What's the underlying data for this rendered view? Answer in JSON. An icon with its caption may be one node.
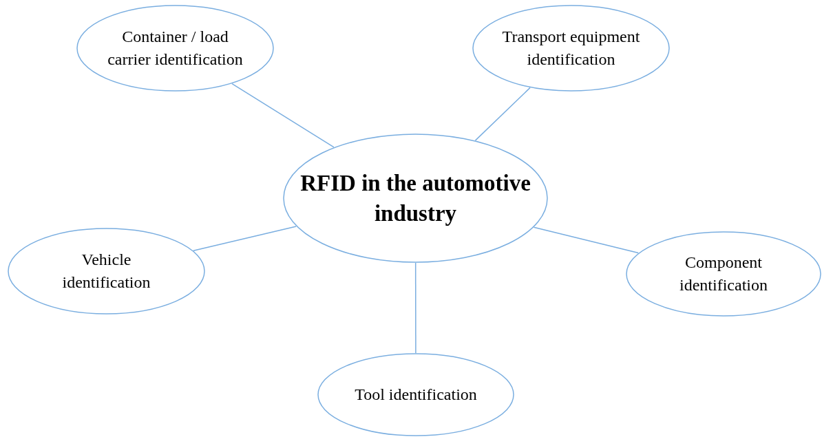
{
  "diagram": {
    "nodes": [
      {
        "text": [
          "Container / load carrier identification"
        ]
      },
      {
        "text": [
          "Transport equipment identification"
        ]
      },
      {
        "text": [
          "RFID in the automotive industry"
        ]
      },
      {
        "text": [
          "Vehicle identification"
        ]
      },
      {
        "text": [
          "Component identification"
        ]
      },
      {
        "text": [
          "Tool identification"
        ]
      }
    ],
    "edges": [
      {
        "from": 2,
        "to": 0,
        "arrow": "none"
      },
      {
        "from": 2,
        "to": 1,
        "arrow": "none"
      },
      {
        "from": 2,
        "to": 3,
        "arrow": "none"
      },
      {
        "from": 2,
        "to": 4,
        "arrow": "none"
      },
      {
        "from": 2,
        "to": 5,
        "arrow": "none"
      }
    ]
  }
}
